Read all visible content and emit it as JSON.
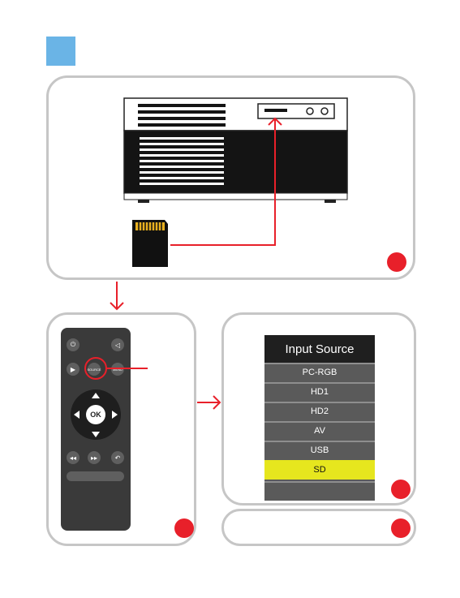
{
  "menu": {
    "title": "Input Source",
    "items": [
      "PC-RGB",
      "HD1",
      "HD2",
      "AV",
      "USB",
      "SD"
    ],
    "selected": "SD"
  },
  "remote": {
    "ok_label": "OK",
    "source_label": "SOURCE",
    "menu_label": "MENU"
  },
  "colors": {
    "accent_blue": "#6ab4e6",
    "marker_red": "#e8202a",
    "panel_border": "#c6c6c6",
    "selected_yellow": "#e6e61e"
  }
}
